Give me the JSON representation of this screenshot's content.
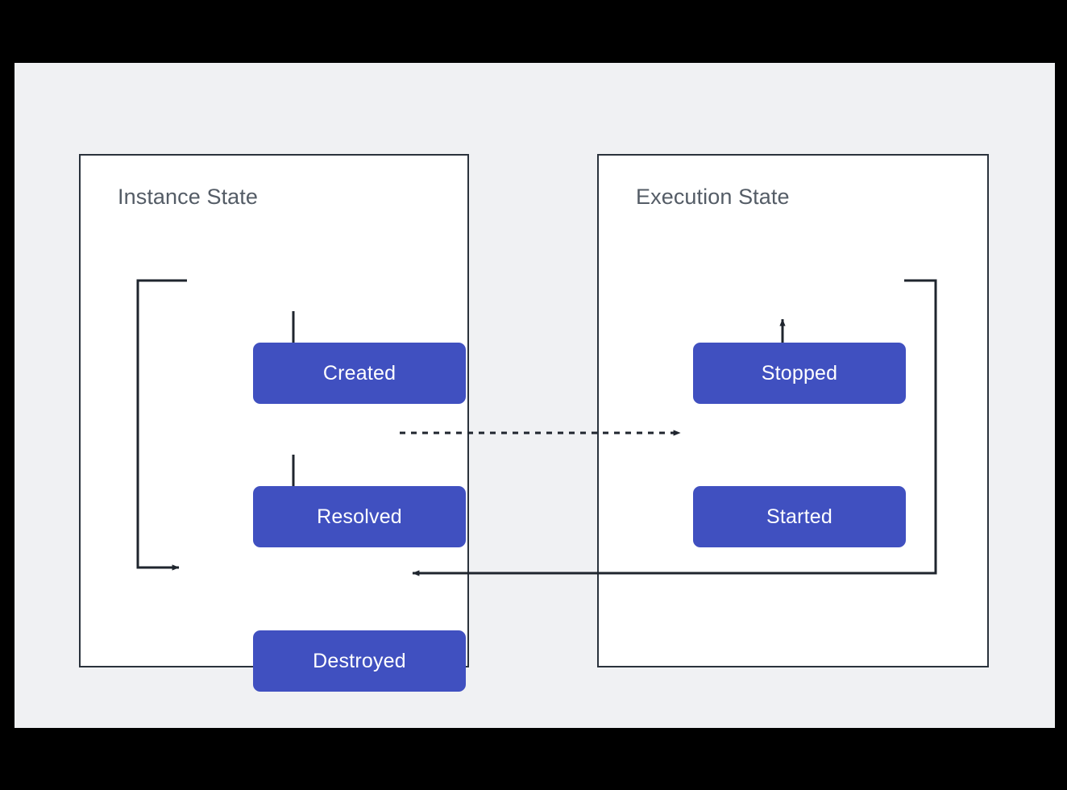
{
  "diagram": {
    "title": "Instance State / Execution State lifecycle",
    "background_color": "#000000",
    "canvas_color": "#f0f1f3",
    "node_color": "#4050c0",
    "node_text_color": "#ffffff",
    "line_color": "#2a323c",
    "panel_border_color": "#2a323c",
    "panel_fill_color": "#ffffff",
    "title_color": "#545c66"
  },
  "panels": [
    {
      "id": "instance",
      "title": "Instance State"
    },
    {
      "id": "execution",
      "title": "Execution State"
    }
  ],
  "nodes": [
    {
      "id": "created",
      "label": "Created",
      "panel": "instance"
    },
    {
      "id": "resolved",
      "label": "Resolved",
      "panel": "instance"
    },
    {
      "id": "destroyed",
      "label": "Destroyed",
      "panel": "instance"
    },
    {
      "id": "stopped",
      "label": "Stopped",
      "panel": "execution"
    },
    {
      "id": "started",
      "label": "Started",
      "panel": "execution"
    }
  ],
  "edges": [
    {
      "id": "created-to-resolved",
      "from": "created",
      "to": "resolved",
      "style": "solid",
      "direction": "one-way",
      "label": ""
    },
    {
      "id": "resolved-to-destroyed",
      "from": "resolved",
      "to": "destroyed",
      "style": "solid",
      "direction": "one-way",
      "label": ""
    },
    {
      "id": "created-to-destroyed",
      "from": "created",
      "to": "destroyed",
      "style": "solid",
      "direction": "one-way",
      "label": ""
    },
    {
      "id": "resolved-to-started",
      "from": "resolved",
      "to": "started",
      "style": "dashed",
      "direction": "one-way",
      "label": ""
    },
    {
      "id": "stopped-started",
      "from": "stopped",
      "to": "started",
      "style": "solid",
      "direction": "two-way",
      "label": ""
    },
    {
      "id": "stopped-to-destroyed",
      "from": "stopped",
      "to": "destroyed",
      "style": "solid",
      "direction": "one-way",
      "label": ""
    }
  ]
}
